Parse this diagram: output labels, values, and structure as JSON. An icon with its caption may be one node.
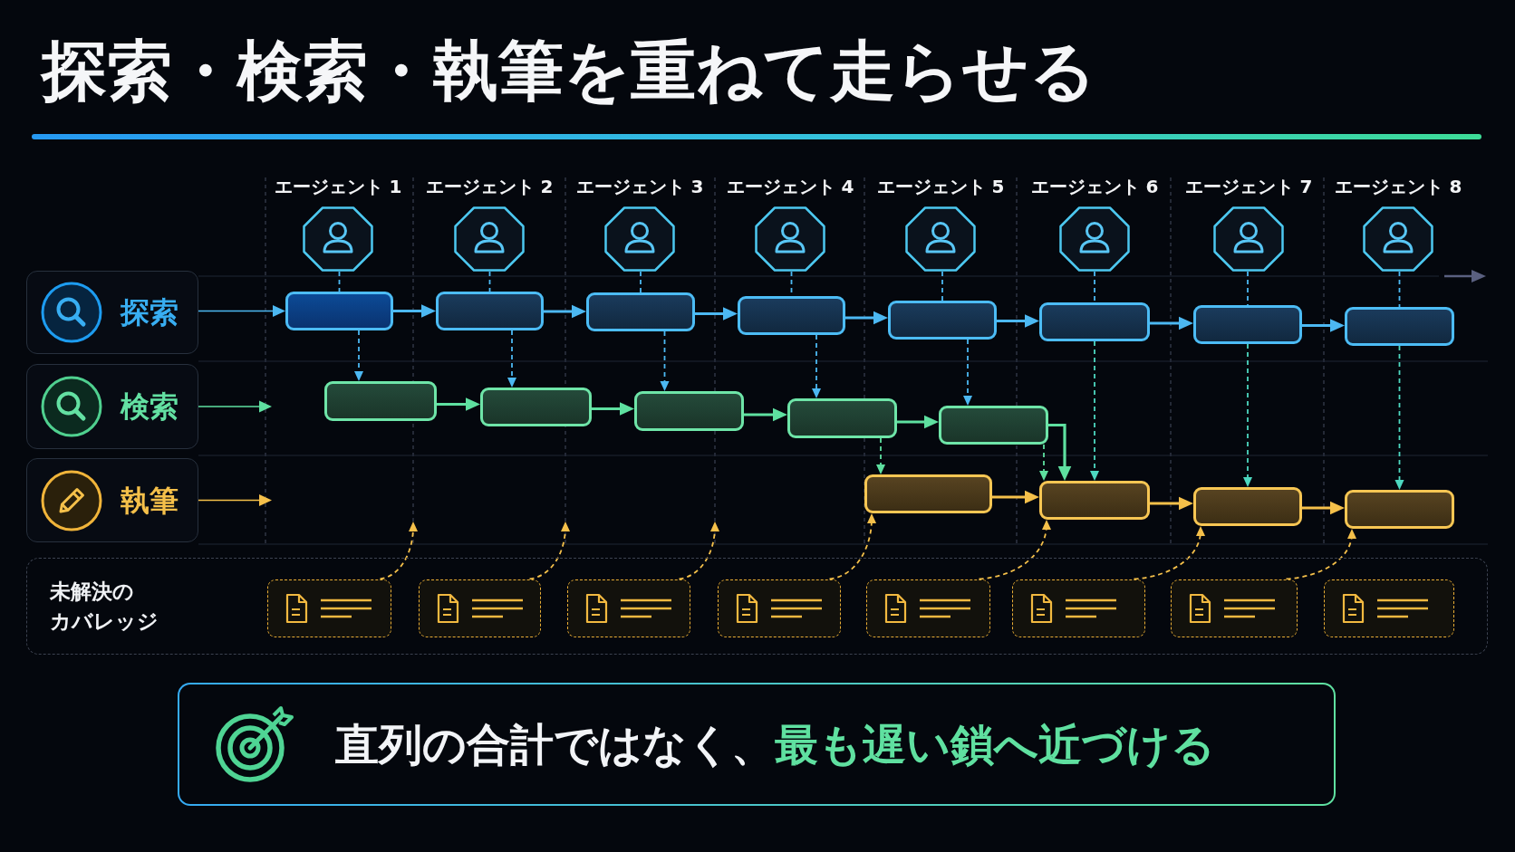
{
  "diagram": {
    "title": "探索・検索・執筆を重ねて走らせる",
    "nodes": [
      {
        "text": [
          "エージェント 1"
        ]
      },
      {
        "text": [
          "エージェント 2"
        ]
      },
      {
        "text": [
          "エージェント 3"
        ]
      },
      {
        "text": [
          "エージェント 4"
        ]
      },
      {
        "text": [
          "エージェント 5"
        ]
      },
      {
        "text": [
          "エージェント 6"
        ]
      },
      {
        "text": [
          "エージェント 7"
        ]
      },
      {
        "text": [
          "エージェント 8"
        ]
      },
      {
        "text": [
          "探索"
        ]
      },
      {
        "text": [],
        "shape": "box"
      },
      {
        "text": [],
        "shape": "box"
      },
      {
        "text": [],
        "shape": "box"
      },
      {
        "text": [],
        "shape": "box"
      },
      {
        "text": [],
        "shape": "box"
      },
      {
        "text": [],
        "shape": "box"
      },
      {
        "text": [],
        "shape": "box"
      },
      {
        "text": [],
        "shape": "box"
      },
      {
        "text": [
          "検索"
        ]
      },
      {
        "text": [],
        "shape": "box"
      },
      {
        "text": [],
        "shape": "box"
      },
      {
        "text": [],
        "shape": "box"
      },
      {
        "text": [],
        "shape": "box"
      },
      {
        "text": [],
        "shape": "box"
      },
      {
        "text": [
          "執筆"
        ]
      },
      {
        "text": [],
        "shape": "box"
      },
      {
        "text": [],
        "shape": "box"
      },
      {
        "text": [],
        "shape": "box"
      },
      {
        "text": [],
        "shape": "box"
      },
      {
        "text": [
          "未解決のカバレッジ"
        ]
      },
      {
        "text": [],
        "shape": "box",
        "in": 28
      },
      {
        "text": [],
        "shape": "box",
        "in": 28
      },
      {
        "text": [],
        "shape": "box",
        "in": 28
      },
      {
        "text": [],
        "shape": "box",
        "in": 28
      },
      {
        "text": [],
        "shape": "box",
        "in": 28
      },
      {
        "text": [],
        "shape": "box",
        "in": 28
      },
      {
        "text": [],
        "shape": "box",
        "in": 28
      },
      {
        "text": [],
        "shape": "box",
        "in": 28
      },
      {
        "text": [
          "直列の合計ではなく、**最も遅い鎖へ近づける**"
        ]
      }
    ],
    "edges": [
      {
        "from": 0,
        "to": 9,
        "arrow": "none",
        "style": "dashed"
      },
      {
        "from": 1,
        "to": 10,
        "arrow": "none",
        "style": "dashed"
      },
      {
        "from": 2,
        "to": 11,
        "arrow": "none",
        "style": "dashed"
      },
      {
        "from": 3,
        "to": 12,
        "arrow": "none",
        "style": "dashed"
      },
      {
        "from": 4,
        "to": 13,
        "arrow": "none",
        "style": "dashed"
      },
      {
        "from": 5,
        "to": 14,
        "arrow": "none",
        "style": "dashed"
      },
      {
        "from": 6,
        "to": 15,
        "arrow": "none",
        "style": "dashed"
      },
      {
        "from": 7,
        "to": 16,
        "arrow": "none",
        "style": "dashed"
      },
      {
        "from": 9,
        "to": 10,
        "arrow": "to"
      },
      {
        "from": 10,
        "to": 11,
        "arrow": "to"
      },
      {
        "from": 11,
        "to": 12,
        "arrow": "to"
      },
      {
        "from": 12,
        "to": 13,
        "arrow": "to"
      },
      {
        "from": 13,
        "to": 14,
        "arrow": "to"
      },
      {
        "from": 14,
        "to": 15,
        "arrow": "to"
      },
      {
        "from": 15,
        "to": 16,
        "arrow": "to"
      },
      {
        "from": 9,
        "to": 18,
        "arrow": "to",
        "style": "dashed"
      },
      {
        "from": 10,
        "to": 19,
        "arrow": "to",
        "style": "dashed"
      },
      {
        "from": 11,
        "to": 20,
        "arrow": "to",
        "style": "dashed"
      },
      {
        "from": 12,
        "to": 21,
        "arrow": "to",
        "style": "dashed"
      },
      {
        "from": 13,
        "to": 22,
        "arrow": "to",
        "style": "dashed"
      },
      {
        "from": 18,
        "to": 19,
        "arrow": "to",
        "color": "#5ee0a0"
      },
      {
        "from": 19,
        "to": 20,
        "arrow": "to",
        "color": "#5ee0a0"
      },
      {
        "from": 20,
        "to": 21,
        "arrow": "to",
        "color": "#5ee0a0"
      },
      {
        "from": 21,
        "to": 22,
        "arrow": "to",
        "color": "#5ee0a0"
      },
      {
        "from": 21,
        "to": 24,
        "arrow": "to",
        "style": "dashed",
        "color": "#5ee0a0"
      },
      {
        "from": 22,
        "to": 25,
        "arrow": "to",
        "style": "dashed",
        "color": "#5ee0a0"
      },
      {
        "from": 22,
        "to": 25,
        "arrow": "to",
        "color": "#5ee0a0"
      },
      {
        "from": 14,
        "to": 25,
        "arrow": "to",
        "style": "dashed",
        "color": "#4dd8c0"
      },
      {
        "from": 15,
        "to": 26,
        "arrow": "to",
        "style": "dashed",
        "color": "#4dd8c0"
      },
      {
        "from": 16,
        "to": 27,
        "arrow": "to",
        "style": "dashed",
        "color": "#4dd8c0"
      },
      {
        "from": 24,
        "to": 25,
        "arrow": "to",
        "color": "#f5c04a"
      },
      {
        "from": 25,
        "to": 26,
        "arrow": "to",
        "color": "#f5c04a"
      },
      {
        "from": 26,
        "to": 27,
        "arrow": "to",
        "color": "#f5c04a"
      },
      {
        "from": 29,
        "to": null,
        "arrow": "to",
        "style": "dashed",
        "color": "#f5c04a"
      },
      {
        "from": 30,
        "to": null,
        "arrow": "to",
        "style": "dashed",
        "color": "#f5c04a"
      },
      {
        "from": 31,
        "to": null,
        "arrow": "to",
        "style": "dashed",
        "color": "#f5c04a"
      },
      {
        "from": 32,
        "to": 24,
        "arrow": "to",
        "style": "dashed",
        "color": "#f5c04a"
      },
      {
        "from": 33,
        "to": 25,
        "arrow": "to",
        "style": "dashed",
        "color": "#f5c04a"
      },
      {
        "from": 34,
        "to": 26,
        "arrow": "to",
        "style": "dashed",
        "color": "#f5c04a"
      },
      {
        "from": 35,
        "to": 27,
        "arrow": "to",
        "style": "dashed",
        "color": "#f5c04a"
      },
      {
        "from": 8,
        "to": 9,
        "arrow": "to"
      },
      {
        "from": 17,
        "to": null,
        "arrow": "to",
        "color": "#5ee0a0"
      },
      {
        "from": 23,
        "to": null,
        "arrow": "to",
        "color": "#f5c04a"
      }
    ]
  }
}
